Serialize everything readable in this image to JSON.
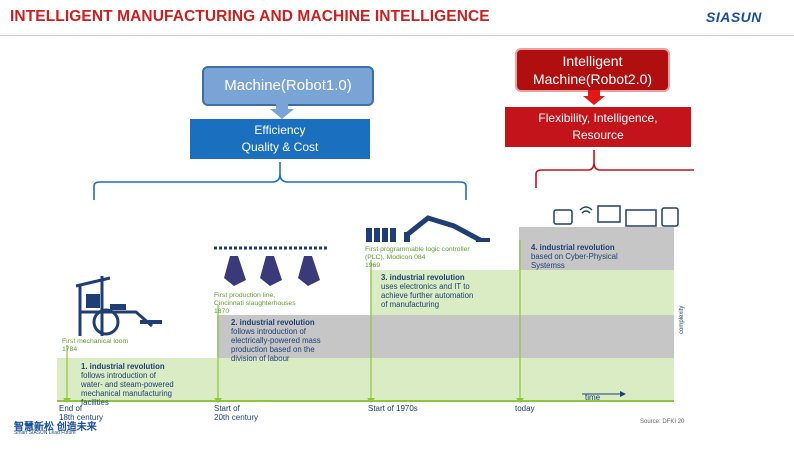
{
  "header": {
    "title": "INTELLIGENT MANUFACTURING AND MACHINE INTELLIGENCE",
    "logo": "SIASUN"
  },
  "left_block": {
    "machine_label": "Machine(Robot1.0)",
    "benefit_line1": "Efficiency",
    "benefit_line2": "Quality & Cost"
  },
  "right_block": {
    "machine_line1": "Intelligent",
    "machine_line2": "Machine(Robot2.0)",
    "benefit_line1": "Flexibility, Intelligence,",
    "benefit_line2": "Resource"
  },
  "revolutions": [
    {
      "title": "1. industrial revolution",
      "body": [
        "follows introduction of",
        "water- and steam-powered",
        "mechanical manufacturing",
        "facilities"
      ]
    },
    {
      "title": "2. industrial revolution",
      "body": [
        "follows introduction of",
        "electrically-powered mass",
        "production based on the",
        "division of labour"
      ]
    },
    {
      "title": "3. industrial revolution",
      "body": [
        "uses electronics and IT to",
        "achieve further automation",
        "of manufacturing"
      ]
    },
    {
      "title": "4. industrial revolution",
      "body": [
        "based on Cyber-Physical",
        "Systemss"
      ]
    }
  ],
  "milestones": [
    {
      "line1": "First mechanical loom",
      "line2": "1784",
      "line3": ""
    },
    {
      "line1": "First production line,",
      "line2": "Cincinnati slaughterhouses",
      "line3": "1870"
    },
    {
      "line1": "First programmable logic controller",
      "line2": "(PLC), Modicon 084",
      "line3": "1969"
    }
  ],
  "timeline": [
    {
      "line1": "End of",
      "line2": "18th century"
    },
    {
      "line1": "Start of",
      "line2": "20th century"
    },
    {
      "line1": "Start of 1970s",
      "line2": ""
    },
    {
      "line1": "today",
      "line2": ""
    }
  ],
  "axis": {
    "time_label": "time",
    "complexity_label": "complexity"
  },
  "source": "Source: DFKI 20",
  "footer": {
    "cn": "智慧新松 创造未来",
    "en": "Smart SIASUN    Lead Future"
  },
  "colors": {
    "accent_red": "#c3141b",
    "accent_blue": "#1a6fbe",
    "band_green": "#d9ecc4",
    "band_gray": "#c6c6c6",
    "timeline_green": "#8cc63f"
  }
}
